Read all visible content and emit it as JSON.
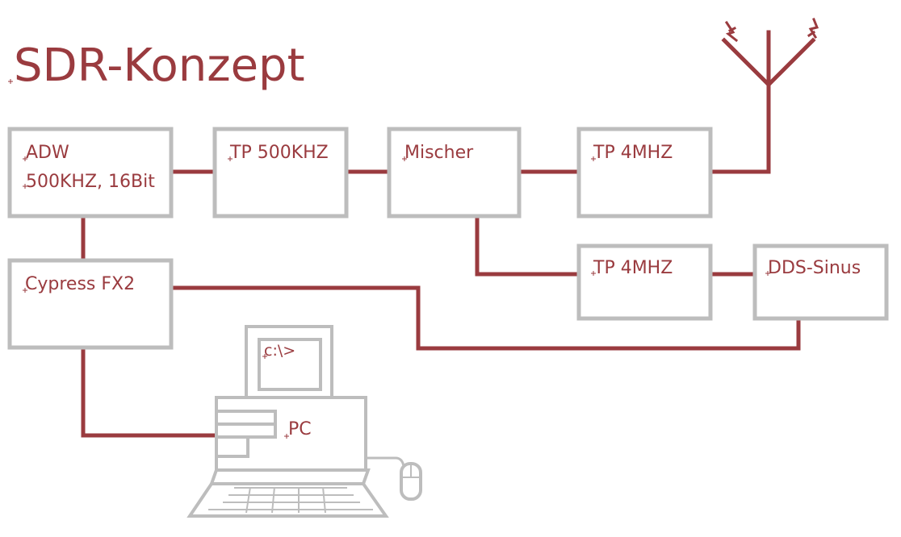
{
  "title": "SDR-Konzept",
  "blocks": {
    "adw": {
      "line1": "ADW",
      "line2": "500KHZ, 16Bit"
    },
    "tp500": {
      "label": "TP 500KHZ"
    },
    "mischer": {
      "label": "Mischer"
    },
    "tp4_top": {
      "label": "TP 4MHZ"
    },
    "tp4_bottom": {
      "label": "TP 4MHZ"
    },
    "dds": {
      "label": "DDS-Sinus"
    },
    "cypress": {
      "label": "Cypress FX2"
    },
    "pc": {
      "label": "PC",
      "screen_text": "c:\\>"
    }
  },
  "colors": {
    "wire": "#9a3b3f",
    "box": "#bdbdbd"
  },
  "icons": [
    "antenna-icon",
    "computer-icon",
    "mouse-icon",
    "keyboard-icon"
  ]
}
